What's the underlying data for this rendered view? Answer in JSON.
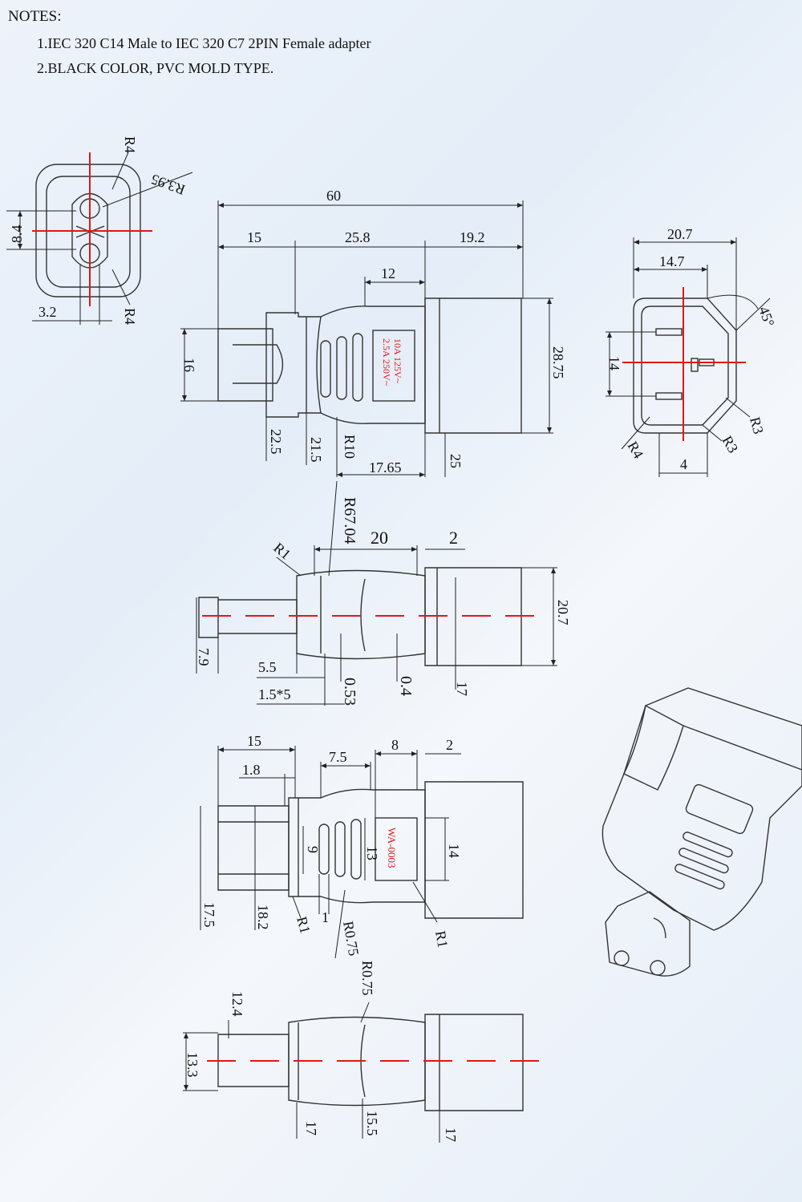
{
  "notes": {
    "title": "NOTES:",
    "line1": "1.IEC 320 C14 Male to IEC 320 C7 2PIN Female adapter",
    "line2": "2.BLACK COLOR, PVC MOLD TYPE."
  },
  "label_text": {
    "rating1": "2.5A 250V~",
    "rating2": "10A 125V~",
    "model": "WA-0003"
  },
  "colors": {
    "centerline": "#e01818",
    "line": "#222222",
    "background": "#e8eff8"
  },
  "dims": {
    "front": {
      "r4_top": "R4",
      "r395": "R3.95",
      "d84": "8.4",
      "d32": "3.2",
      "r4_bot": "R4"
    },
    "top": {
      "d60": "60",
      "d15": "15",
      "d258": "25.8",
      "d192": "19.2",
      "d12": "12",
      "d16": "16",
      "d2875": "28.75",
      "d225": "22.5",
      "d215": "21.5",
      "r10": "R10",
      "d1765": "17.65",
      "d25": "25"
    },
    "end": {
      "d207": "20.7",
      "d147": "14.7",
      "d45": "45°",
      "d14": "14",
      "r3a": "R3",
      "r3b": "R3",
      "r4": "R4",
      "d4": "4"
    },
    "side": {
      "r6704": "R67.04",
      "d20": "20",
      "d2": "2",
      "r1": "R1",
      "d207": "20.7",
      "d79": "7.9",
      "d55": "5.5",
      "d15x5": "1.5*5",
      "d053": "0.53",
      "d04": "0.4",
      "d17": "17"
    },
    "bottom": {
      "d15": "15",
      "d18": "1.8",
      "d75": "7.5",
      "d8": "8",
      "d2": "2",
      "d9": "9",
      "d13": "13",
      "d14": "14",
      "d175": "17.5",
      "d182": "18.2",
      "r1a": "R1",
      "d1": "1",
      "r075": "R0.75",
      "r1b": "R1"
    },
    "side2": {
      "r075": "R0.75",
      "d124": "12.4",
      "d133": "13.3",
      "d17a": "17",
      "d155": "15.5",
      "d17b": "17"
    }
  }
}
